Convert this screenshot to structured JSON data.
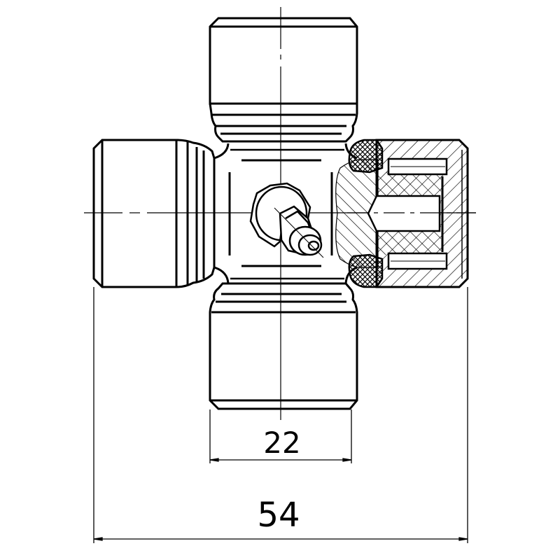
{
  "drawing": {
    "title": "Universal joint cross (spider) with grease nipple - technical drawing",
    "line_color": "#000000",
    "background": "#ffffff"
  },
  "dimensions": {
    "cap_diameter": {
      "value": "22"
    },
    "overall_span": {
      "value": "54"
    }
  },
  "parts": {
    "top_cup": "bearing-cup-top",
    "bottom_cup": "bearing-cup-bottom",
    "left_cup": "bearing-cup-left",
    "right_cup": "bearing-cup-right-section",
    "center": "cross-body",
    "nipple": "grease-nipple"
  }
}
